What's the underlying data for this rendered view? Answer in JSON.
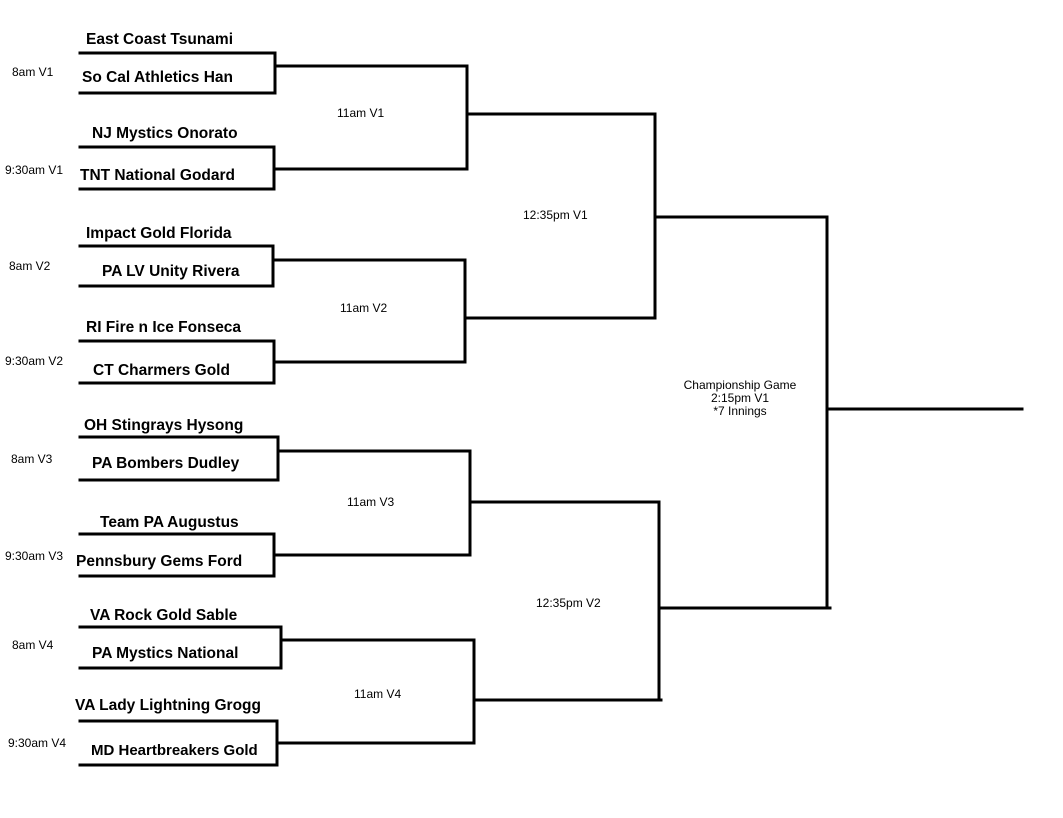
{
  "teams": [
    "East Coast Tsunami",
    "So Cal Athletics Han",
    "NJ Mystics Onorato",
    "TNT National Godard",
    "Impact Gold Florida",
    "PA LV Unity Rivera",
    "RI Fire n Ice Fonseca",
    "CT Charmers Gold",
    "OH Stingrays Hysong",
    "PA Bombers Dudley",
    "Team PA Augustus",
    "Pennsbury Gems Ford",
    "VA Rock Gold Sable",
    "PA Mystics National",
    "VA Lady Lightning Grogg",
    "MD Heartbreakers Gold"
  ],
  "round1_slots": [
    "8am V1",
    "9:30am V1",
    "8am V2",
    "9:30am V2",
    "8am V3",
    "9:30am V3",
    "8am V4",
    "9:30am V4"
  ],
  "quarterfinals": [
    "11am V1",
    "11am V2",
    "11am V3",
    "11am V4"
  ],
  "semifinals": [
    "12:35pm V1",
    "12:35pm V2"
  ],
  "championship": {
    "title": "Championship Game",
    "time": "2:15pm V1",
    "note": "*7 Innings"
  }
}
